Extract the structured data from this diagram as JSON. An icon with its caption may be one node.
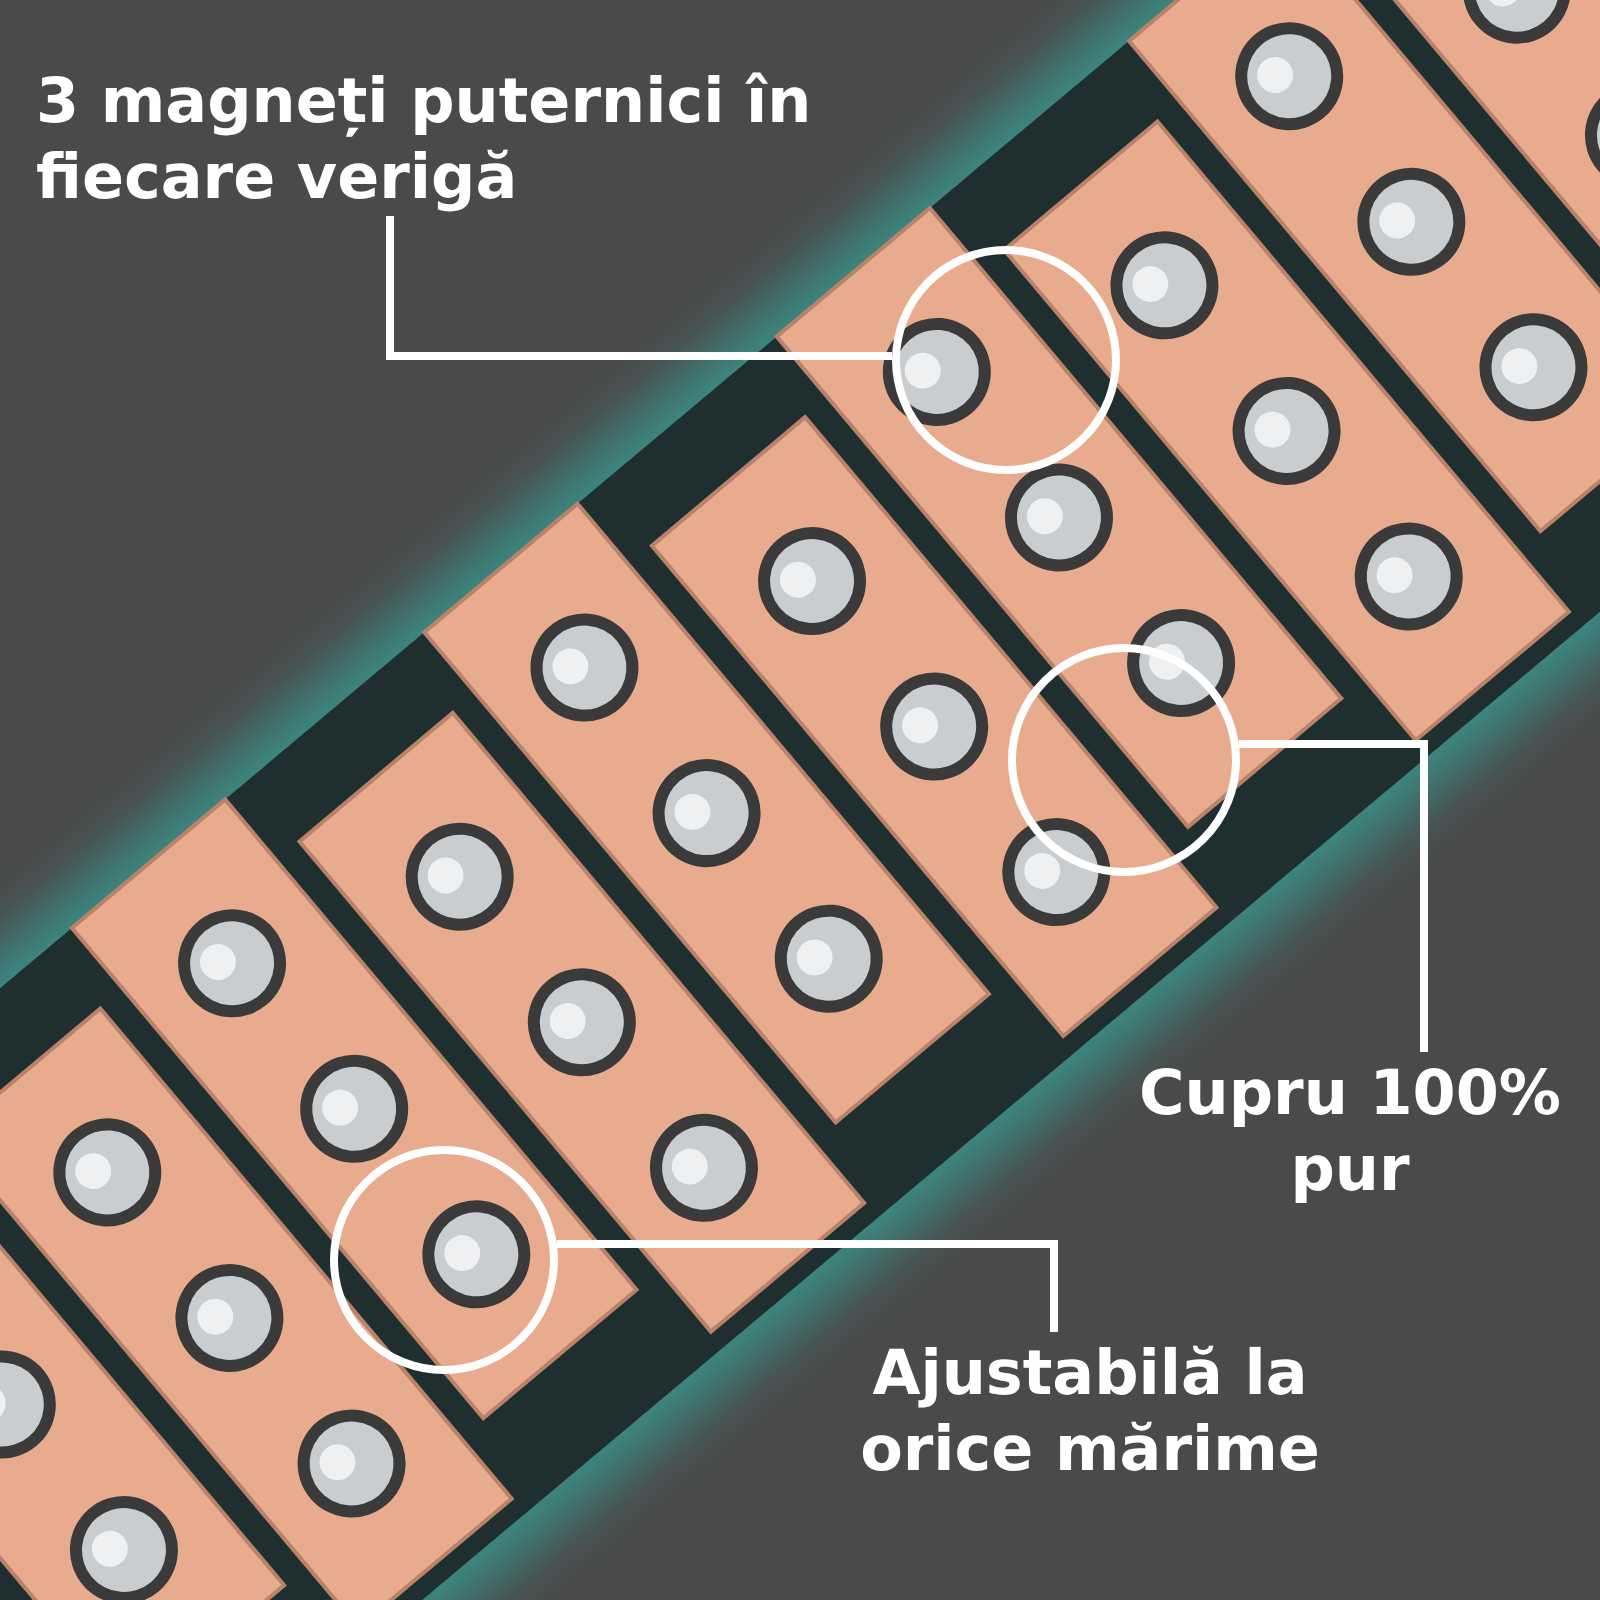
{
  "diagram": {
    "nodes": [
      {
        "text": [
          "3 magneți puternici în fiecare verigă"
        ]
      },
      {
        "text": [],
        "shape": "circle"
      },
      {
        "text": [],
        "shape": "circle"
      },
      {
        "text": [
          "Cupru 100% pur"
        ]
      },
      {
        "text": [],
        "shape": "circle"
      },
      {
        "text": [
          "Ajustabilă la orice mărime"
        ]
      }
    ],
    "edges": [
      {
        "from": 0,
        "to": 1,
        "arrow": "none"
      },
      {
        "from": 3,
        "to": 2,
        "arrow": "none"
      },
      {
        "from": 5,
        "to": 4,
        "arrow": "none"
      }
    ]
  }
}
